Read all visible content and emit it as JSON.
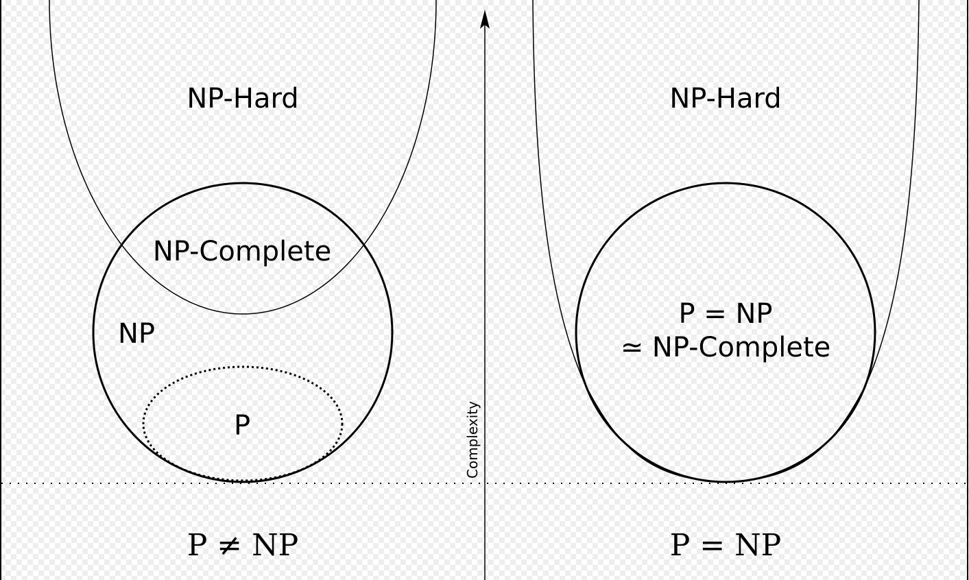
{
  "left_panel": {
    "np_hard_label": "NP-Hard",
    "np_complete_label": "NP-Complete",
    "np_label": "NP",
    "p_label": "P",
    "caption": "P ≠ NP"
  },
  "right_panel": {
    "np_hard_label": "NP-Hard",
    "merged_line1": "P = NP",
    "merged_line2": "≃ NP-Complete",
    "caption": "P = NP"
  },
  "axis": {
    "label": "Complexity"
  },
  "colors": {
    "stroke": "#000000",
    "checker_light": "#ffffff",
    "checker_dark": "#eeeeee"
  }
}
